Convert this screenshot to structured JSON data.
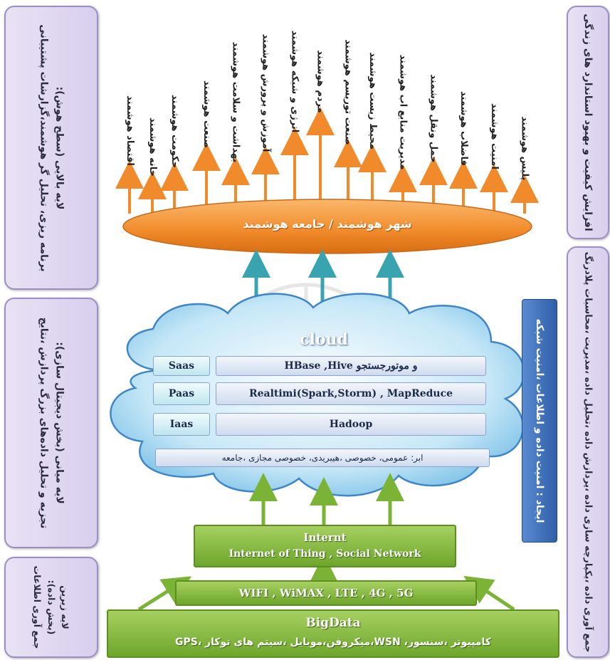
{
  "left_panels": {
    "top": {
      "lines": [
        "لایه بالایی (سطح هوش):",
        "برنامه ریزی، تحلیل گر هوشمند،گزارشات پشتیبانی"
      ]
    },
    "middle": {
      "lines": [
        "لایه میانی (بخش دیجیتال سازی):",
        "تجزیه و تحلیل داده‌های بزرگ پردازش ،نتایج"
      ]
    },
    "bottom": {
      "lines": [
        "لایه زیرین",
        "(بخش داده):",
        "جمع آوری اطلاعات"
      ]
    }
  },
  "right_panels": {
    "top": {
      "text": "افزایش کیفیت و بهبود استاندارد های زندگی"
    },
    "bottom": {
      "text": "جمع آوری داده ،یکپارچه سازی داده ،پردازش داده ،تحلیل داده ،مدیریت ،محاسبات پلادرنگ"
    }
  },
  "security_box": {
    "text": "ایجاد : امنیت داده و اطلاعات ،امنیت شبکه"
  },
  "ellipse": {
    "text": "شهر هوشمند / جامعه هوشمند"
  },
  "smart_labels": [
    "اقتصاد هوشمند",
    "خانه هوشمند",
    "حکومت هوشمند",
    "صنعت هوشمند",
    "بهداشت و سلامت هوشمند",
    "آموزش و پرورش هوشمند",
    "انرژی و شبکه هوشمند",
    "مردم هوشمند",
    "صنعت توریسم هوشمند",
    "محیط زیست هوشمند",
    "مدیریت منابع اب هوشمند",
    "حمل ونقل هوشمند",
    "فاضلاب هوشمند",
    "امنیت هوشمند",
    "پلیس هوشمند"
  ],
  "cloud": {
    "title": "cloud",
    "rows": [
      {
        "tag": "Saas",
        "text": "HBase ,Hive و موتورجستجو"
      },
      {
        "tag": "Paas",
        "text": "Realtimi(Spark,Storm) , MapReduce"
      },
      {
        "tag": "Iaas",
        "text": "Hadoop"
      }
    ],
    "bottom_text": "ابر: عمومی، خصوصی ،هیبریدی، خصوصی مجازی ،جامعه"
  },
  "internet_bar": {
    "line1": "Internt",
    "line2": "Internet of Thing , Social Network"
  },
  "wifi_bar": {
    "text": "WIFI , WiMAX , LTE , 4G , 5G"
  },
  "bigdata_bar": {
    "title": "BigData",
    "sub": "کامپیوتر ،سنسور، WSN،میکروفن،موبایل ،سیتم های توکار ،GPS"
  },
  "colors": {
    "panel_border": "#9b8fc4",
    "green": "#7bb336",
    "orange": "#f08a2a",
    "teal": "#3aa3b0",
    "blue_box": "#3f6fb5"
  }
}
